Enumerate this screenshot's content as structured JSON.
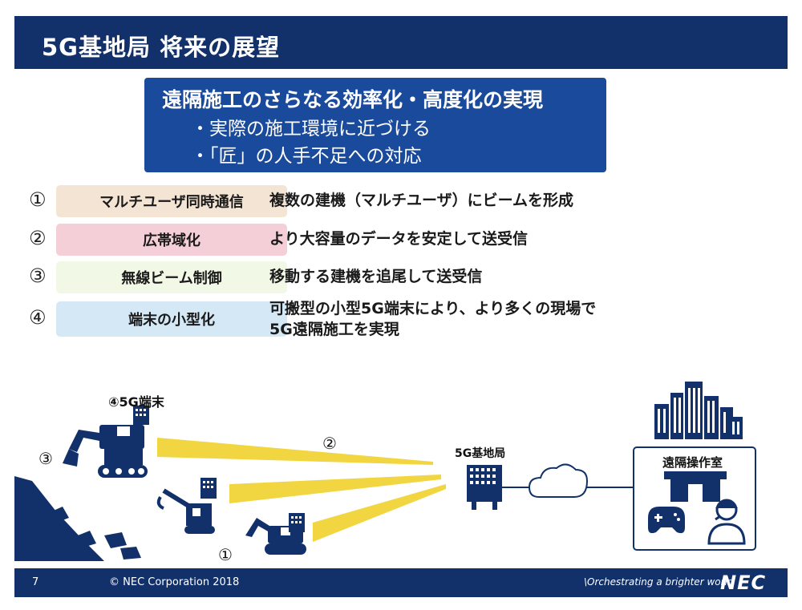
{
  "title": "5G基地局 将来の展望",
  "callout": {
    "heading": "遠隔施工のさらなる効率化・高度化の実現",
    "bullets": [
      "・実際の施工環境に近づける",
      "・「匠」の人手不足への対応"
    ]
  },
  "features": [
    {
      "num": "①",
      "label": "マルチユーザ同時通信",
      "desc": "複数の建機（マルチユーザ）にビームを形成",
      "color": "#f3e4d4"
    },
    {
      "num": "②",
      "label": "広帯域化",
      "desc": "より大容量のデータを安定して送受信",
      "color": "#f5cfd8"
    },
    {
      "num": "③",
      "label": "無線ビーム制御",
      "desc": "移動する建機を追尾して送受信",
      "color": "#f2f8e6"
    },
    {
      "num": "④",
      "label": "端末の小型化",
      "desc": "可搬型の小型5G端末により、より多くの現場で\n5G遠隔施工を実現",
      "color": "#d4e8f6"
    }
  ],
  "diagram": {
    "terminal_label": "④5G端末",
    "beam_label": "②",
    "control_label": "③",
    "multiuser_label": "①",
    "base_station_label": "5G基地局",
    "remote_room_label": "遠隔操作室"
  },
  "footer": {
    "page": "7",
    "copyright": "© NEC Corporation 2018",
    "tagline": "\\Orchestrating a brighter world",
    "logo": "NEC"
  },
  "colors": {
    "navy": "#12306a",
    "callout_blue": "#1a4a9c",
    "beam_yellow": "#f0d22c"
  }
}
